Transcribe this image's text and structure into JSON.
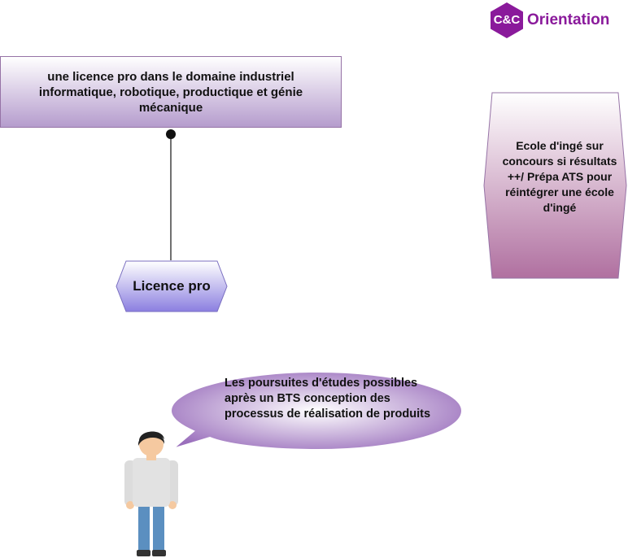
{
  "logo": {
    "mark": "C&C",
    "name": "Orientation",
    "brand_color": "#8a1a9b"
  },
  "diagram": {
    "licence_box": {
      "text": "une licence pro dans le domaine industriel informatique, robotique, productique et génie mécanique"
    },
    "licence_hex": {
      "label": "Licence pro"
    },
    "ecole_shape": {
      "text": "Ecole d'ingé sur concours si résultats ++/ Prépa ATS pour réintégrer une école d'ingé"
    },
    "speech_bubble": {
      "text": "Les poursuites d'études possibles après un BTS conception des processus de réalisation de produits"
    }
  },
  "colors": {
    "box_gradient_end": "#b59ccd",
    "hex_gradient_end": "#8b7fe0",
    "ecole_gradient_end": "#b070a0",
    "bubble_fill": "#a07ac0",
    "border": "#9673a6"
  }
}
